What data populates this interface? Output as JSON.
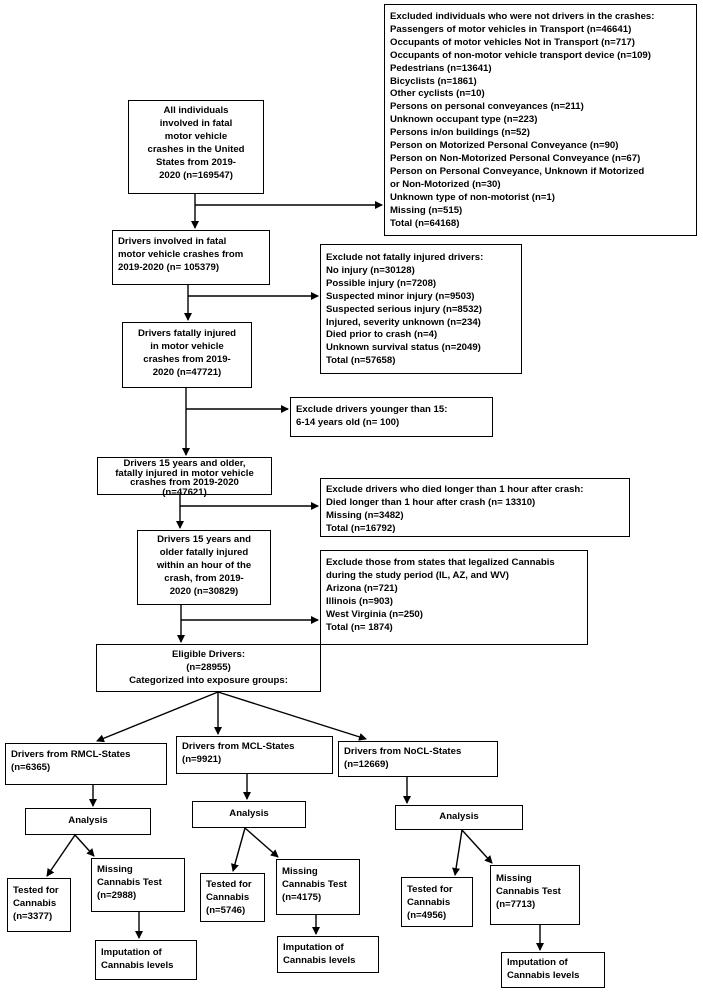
{
  "colors": {
    "line": "#000000",
    "background": "#ffffff"
  },
  "boxes": {
    "all_individuals": [
      "All individuals",
      "involved in fatal",
      "motor vehicle",
      "crashes in the United",
      "States from 2019-",
      "2020 (n=169547)"
    ],
    "excluded_nondrivers": [
      "Excluded individuals who were not drivers in the crashes:",
      "Passengers of motor vehicles in Transport (n=46641)",
      "Occupants of motor vehicles Not in Transport (n=717)",
      "Occupants of non-motor vehicle transport device (n=109)",
      "Pedestrians (n=13641)",
      "Bicyclists (n=1861)",
      "Other cyclists (n=10)",
      "Persons on personal conveyances (n=211)",
      "Unknown occupant type (n=223)",
      "Persons in/on buildings (n=52)",
      "Person on Motorized Personal Conveyance (n=90)",
      "Person on Non-Motorized Personal Conveyance (n=67)",
      "Person on Personal Conveyance, Unknown if Motorized",
      "or Non-Motorized (n=30)",
      "Unknown type of non-motorist (n=1)",
      "Missing (n=515)",
      "Total (n=64168)"
    ],
    "drivers_involved": [
      "Drivers involved in fatal",
      "motor vehicle crashes from",
      "2019-2020 (n= 105379)"
    ],
    "exclude_not_fatal": [
      "Exclude not fatally injured drivers:",
      "No injury (n=30128)",
      "Possible injury (n=7208)",
      "Suspected minor injury (n=9503)",
      "Suspected serious injury (n=8532)",
      "Injured, severity unknown (n=234)",
      "Died prior to crash (n=4)",
      "Unknown survival status (n=2049)",
      "Total (n=57658)"
    ],
    "fatally_injured": [
      "Drivers fatally injured",
      "in motor vehicle",
      "crashes from 2019-",
      "2020 (n=47721)"
    ],
    "exclude_young": [
      "Exclude drivers younger than 15:",
      "6-14 years old (n= 100)"
    ],
    "drivers_15": [
      "Drivers 15 years and older,",
      "fatally injured in motor vehicle",
      "crashes from 2019-2020",
      "(n=47621)"
    ],
    "exclude_late": [
      "Exclude drivers who died longer than 1 hour after crash:",
      "Died longer than 1 hour after crash (n= 13310)",
      "Missing (n=3482)",
      "Total (n=16792)"
    ],
    "within_hour": [
      "Drivers 15 years and",
      "older fatally injured",
      "within an hour of the",
      "crash, from 2019-",
      "2020 (n=30829)"
    ],
    "exclude_states": [
      "Exclude those from states that legalized Cannabis",
      "during the study period (IL, AZ, and WV)",
      "Arizona (n=721)",
      "Illinois (n=903)",
      "West Virginia (n=250)",
      "Total (n= 1874)"
    ],
    "eligible": [
      "Eligible Drivers:",
      "(n=28955)",
      "Categorized into exposure groups:"
    ],
    "rmcl": [
      "Drivers from RMCL-States",
      "(n=6365)"
    ],
    "mcl": [
      "Drivers from MCL-States",
      "(n=9921)"
    ],
    "nocl": [
      "Drivers from NoCL-States",
      "(n=12669)"
    ],
    "analysis_rmcl": [
      "Analysis"
    ],
    "analysis_mcl": [
      "Analysis"
    ],
    "analysis_nocl": [
      "Analysis"
    ],
    "tested_rmcl": [
      "Tested for",
      "Cannabis",
      "(n=3377)"
    ],
    "missing_rmcl": [
      "Missing",
      "Cannabis Test",
      "(n=2988)"
    ],
    "tested_mcl": [
      "Tested for",
      "Cannabis",
      "(n=5746)"
    ],
    "missing_mcl": [
      "Missing",
      "Cannabis Test",
      "(n=4175)"
    ],
    "tested_nocl": [
      "Tested for",
      "Cannabis",
      "(n=4956)"
    ],
    "missing_nocl": [
      "Missing",
      "Cannabis Test",
      "(n=7713)"
    ],
    "impute_rmcl": [
      "Imputation of",
      "Cannabis levels"
    ],
    "impute_mcl": [
      "Imputation of",
      "Cannabis levels"
    ],
    "impute_nocl": [
      "Imputation of",
      "Cannabis levels"
    ]
  }
}
